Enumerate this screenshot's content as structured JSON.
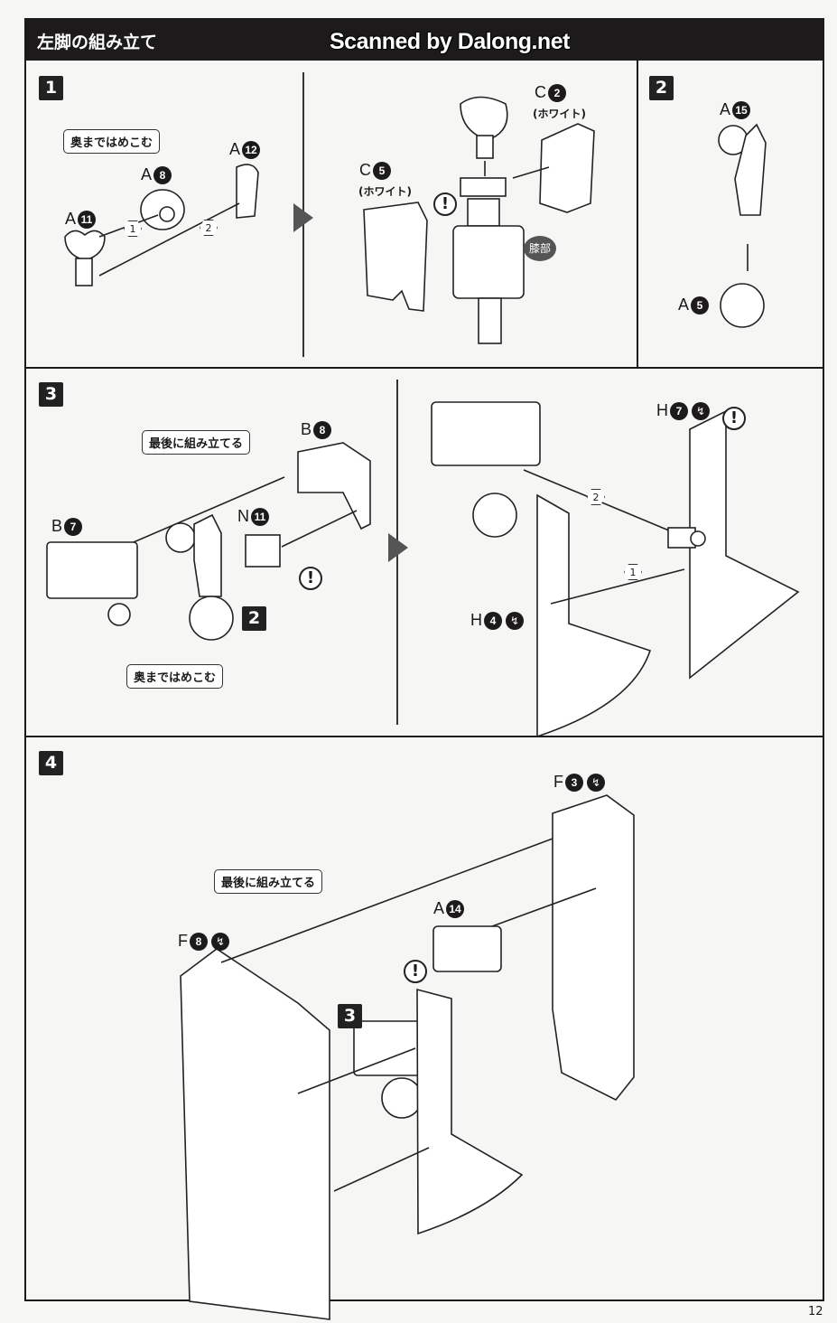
{
  "header": {
    "title": "左脚の組み立て",
    "watermark": "Scanned by Dalong.net"
  },
  "steps": [
    {
      "number": "1",
      "callouts": [
        "奥まではめこむ"
      ],
      "parts": [
        {
          "runner": "A",
          "num": "11"
        },
        {
          "runner": "A",
          "num": "8"
        },
        {
          "runner": "A",
          "num": "12"
        },
        {
          "runner": "C",
          "num": "5",
          "note": "(ホワイト)"
        },
        {
          "runner": "C",
          "num": "2",
          "note": "(ホワイト)"
        }
      ],
      "order": [
        "1",
        "2"
      ],
      "warning": "!",
      "badge": "膝部"
    },
    {
      "number": "2",
      "parts": [
        {
          "runner": "A",
          "num": "15"
        },
        {
          "runner": "A",
          "num": "5"
        }
      ]
    },
    {
      "number": "3",
      "callouts": [
        "最後に組み立てる",
        "奥まではめこむ"
      ],
      "parts": [
        {
          "runner": "B",
          "num": "8"
        },
        {
          "runner": "B",
          "num": "7"
        },
        {
          "runner": "N",
          "num": "11"
        },
        {
          "runner": "H",
          "num": "7"
        },
        {
          "runner": "H",
          "num": "4"
        }
      ],
      "ref_step": "2",
      "order": [
        "2",
        "1"
      ],
      "warning": "!"
    },
    {
      "number": "4",
      "callouts": [
        "最後に組み立てる"
      ],
      "parts": [
        {
          "runner": "F",
          "num": "3"
        },
        {
          "runner": "A",
          "num": "14"
        },
        {
          "runner": "F",
          "num": "8"
        }
      ],
      "ref_step": "3",
      "warning": "!"
    }
  ],
  "page_number": "12"
}
